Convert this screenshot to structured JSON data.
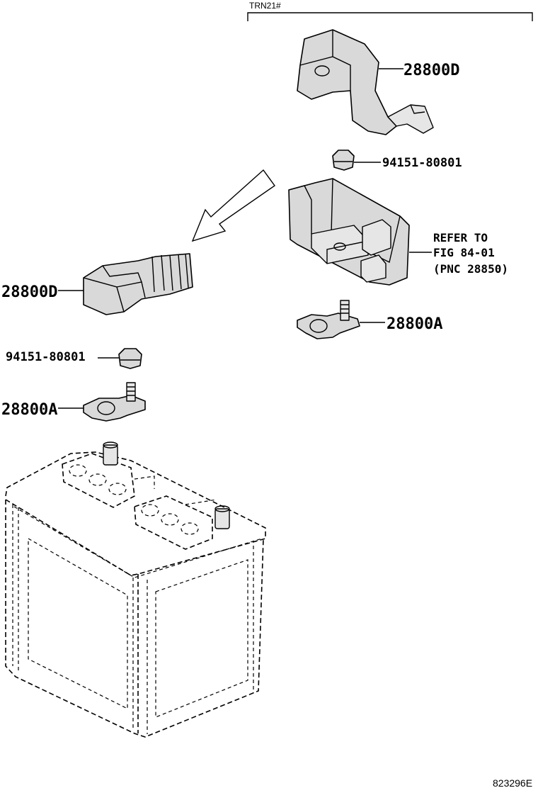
{
  "header": {
    "model_tag": "TRN21#"
  },
  "labels": {
    "cover_upper": "28800D",
    "nut_upper": "94151-80801",
    "refer_line1": "REFER TO",
    "refer_line2": "FIG 84-01",
    "refer_line3": "(PNC 28850)",
    "clamp_upper": "28800A",
    "cover_left": "28800D",
    "nut_left": "94151-80801",
    "clamp_left": "28800A"
  },
  "footer": {
    "diagram_code": "823296E"
  }
}
